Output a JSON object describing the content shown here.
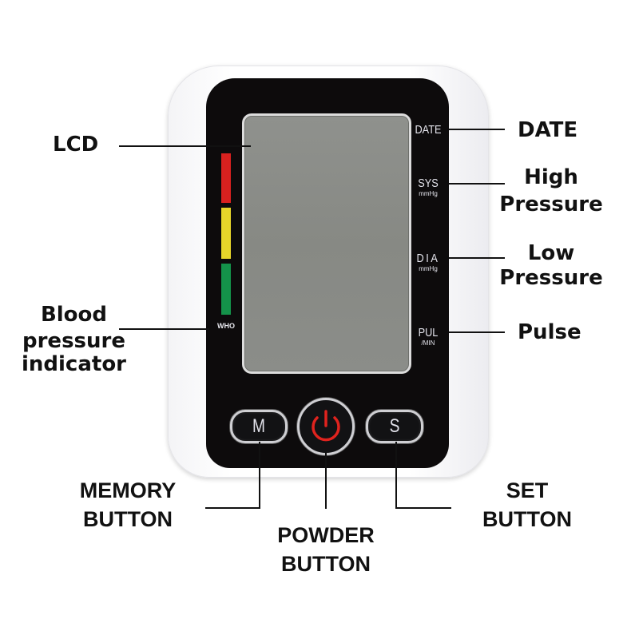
{
  "diagram": {
    "subject": "Blood pressure monitor front panel",
    "device": {
      "body_color": "#ffffff",
      "panel_color": "#0d0b0c",
      "lcd_color": "#8a8c88",
      "indicator_bars": [
        {
          "color": "#d8211f",
          "level": "red"
        },
        {
          "color": "#e6d52a",
          "level": "yellow"
        },
        {
          "color": "#14924a",
          "level": "green"
        }
      ],
      "indicator_caption": "WHO",
      "side_labels": {
        "date": {
          "main": "DATE"
        },
        "sys": {
          "main": "SYS",
          "sub": "mmHg"
        },
        "dia": {
          "main": "DIA",
          "sub": "mmHg"
        },
        "pul": {
          "main": "PUL",
          "sub": "/MIN"
        }
      },
      "buttons": {
        "memory": {
          "glyph": "M"
        },
        "power": {
          "icon": "power-icon",
          "color": "#e0231e"
        },
        "set": {
          "glyph": "S"
        }
      }
    },
    "callouts": {
      "lcd": "LCD",
      "indicator": [
        "Blood",
        "pressure",
        "indicator"
      ],
      "date": "DATE",
      "high_pressure": [
        "High",
        "Pressure"
      ],
      "low_pressure": [
        "Low",
        "Pressure"
      ],
      "pulse": "Pulse",
      "memory_button": [
        "MEMORY",
        "BUTTON"
      ],
      "power_button": [
        "POWDER",
        "BUTTON"
      ],
      "set_button": [
        "SET",
        "BUTTON"
      ]
    }
  }
}
